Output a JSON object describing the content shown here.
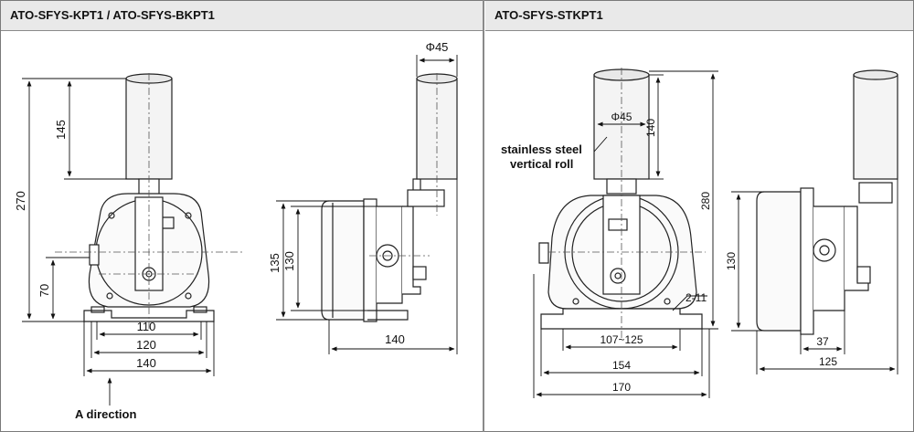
{
  "panels": {
    "left": {
      "title": "ATO-SFYS-KPT1 / ATO-SFYS-BKPT1"
    },
    "right": {
      "title": "ATO-SFYS-STKPT1"
    }
  },
  "left_dims": {
    "d145": "145",
    "d270": "270",
    "d70": "70",
    "d110": "110",
    "d120": "120",
    "d140": "140",
    "d135": "135",
    "d130": "130",
    "d140b": "140",
    "phi45": "Φ45"
  },
  "left_labels": {
    "a_direction": "A direction"
  },
  "right_dims": {
    "phi45": "Φ45",
    "d140": "140",
    "d280": "280",
    "d2_11": "2-11",
    "d107_125": "107~125",
    "d154": "154",
    "d170": "170",
    "d130": "130",
    "d37": "37",
    "d125": "125"
  },
  "right_labels": {
    "roll_line1": "stainless steel",
    "roll_line2": "vertical roll"
  }
}
